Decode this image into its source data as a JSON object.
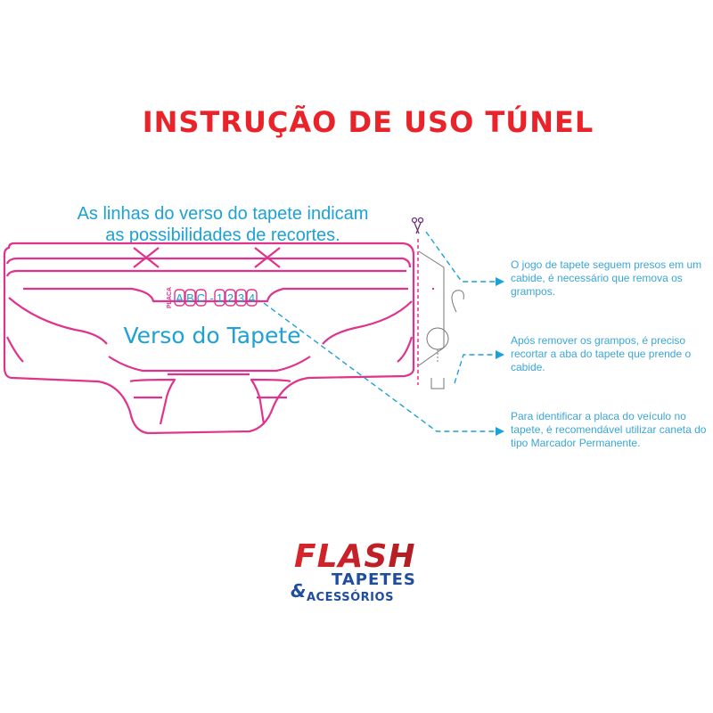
{
  "title": "INSTRUÇÃO DE USO TÚNEL",
  "hint": {
    "line1": "As linhas do verso do tapete indicam",
    "line2": "as possibilidades de recortes."
  },
  "mat": {
    "label": "Verso do Tapete",
    "plate_tag": "PLACA",
    "plate_chars": [
      "A",
      "B",
      "C",
      "-",
      "1",
      "2",
      "3",
      "4"
    ]
  },
  "notes": [
    "O jogo de tapete seguem presos em um cabide, é necessário que remova os grampos.",
    "Após remover os grampos, é preciso recortar a aba do tapete que prende o cabide.",
    "Para identificar a placa do veículo no tapete, é recomendável utilizar caneta do tipo Marcador Permanente."
  ],
  "logo": {
    "word1": "FLASH",
    "word2": "TAPETES",
    "amp": "&",
    "word3": "ACESSÓRIOS"
  },
  "colors": {
    "title": "#e8232a",
    "mat_outline": "#e0338c",
    "callout": "#1da1d6",
    "logo_red": "#d9252b",
    "logo_blue": "#1f4e9c"
  },
  "icons": [
    "scissors-icon",
    "hanger-hook-icon",
    "staple-icon"
  ]
}
